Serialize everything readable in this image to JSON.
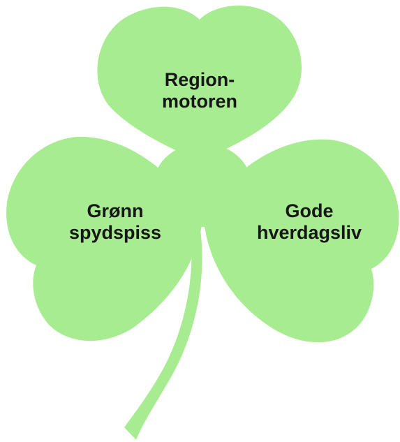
{
  "diagram": {
    "leaf_color": "#a8ec91",
    "text_color": "#161616",
    "leaves": [
      {
        "id": "top",
        "lines": [
          "Region-",
          "motoren"
        ]
      },
      {
        "id": "left",
        "lines": [
          "Grønn",
          "spydspiss"
        ]
      },
      {
        "id": "right",
        "lines": [
          "Gode",
          "hverdagsliv"
        ]
      }
    ]
  }
}
